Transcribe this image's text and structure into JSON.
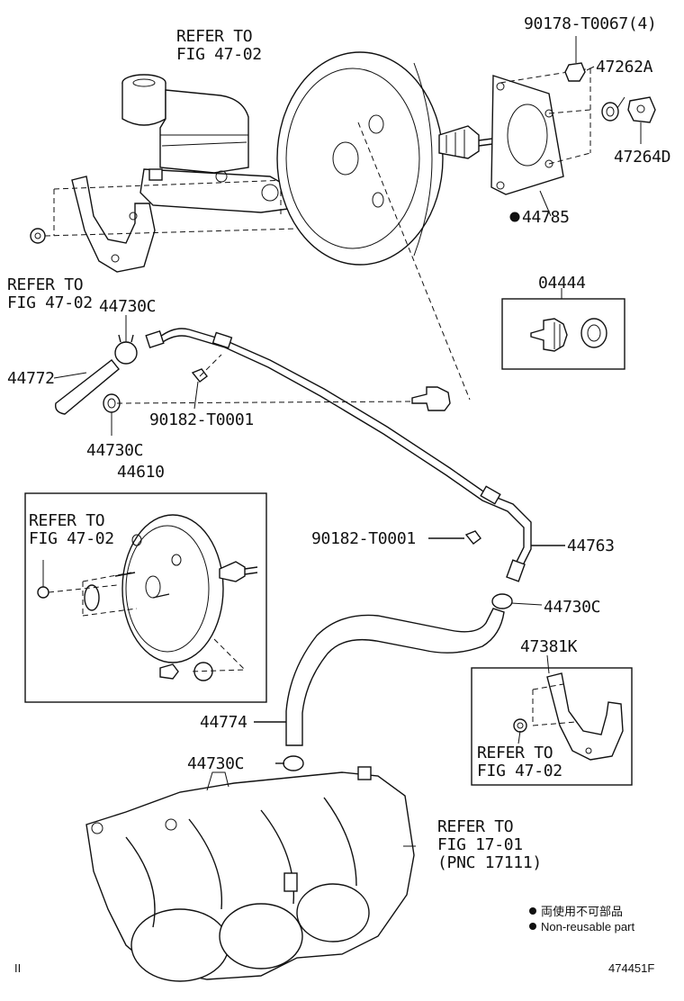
{
  "labels": {
    "refer_top": [
      "REFER TO",
      "FIG 47-02"
    ],
    "p90178": "90178-T0067(4)",
    "p47262a": "47262A",
    "p47264d": "47264D",
    "p44785": "44785",
    "refer_left": [
      "REFER TO",
      "FIG 47-02"
    ],
    "p44730c_1": "44730C",
    "p04444": "04444",
    "p44772": "44772",
    "p90182_1": "90182-T0001",
    "p44730c_2": "44730C",
    "p44610": "44610",
    "refer_inset": [
      "REFER TO",
      "FIG 47-02"
    ],
    "p90182_2": "90182-T0001",
    "p44763": "44763",
    "p44730c_3": "44730C",
    "p47381k": "47381K",
    "p44774": "44774",
    "refer_bracket": [
      "REFER TO",
      "FIG 47-02"
    ],
    "p44730c_4": "44730C",
    "refer_manifold": [
      "REFER TO",
      "FIG 17-01",
      "(PNC 17111)"
    ]
  },
  "legend": {
    "line1": "両使用不可部品",
    "line2": "Non-reusable part"
  },
  "footer": {
    "left_mark": "II",
    "figure_id": "474451F"
  }
}
